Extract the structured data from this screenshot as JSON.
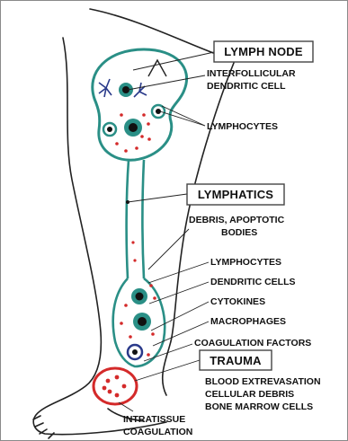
{
  "boxed_labels": {
    "lymph_node": "LYMPH NODE",
    "lymphatics": "LYMPHATICS",
    "trauma": "TRAUMA"
  },
  "node_labels": {
    "interfollicular_1": "INTERFOLLICULAR",
    "interfollicular_2": "DENDRITIC CELL",
    "lymphocytes_top": "LYMPHOCYTES"
  },
  "vessel_labels": {
    "debris_1": "DEBRIS, APOPTOTIC",
    "debris_2": "BODIES",
    "lymphocytes_bottom": "LYMPHOCYTES",
    "dendritic_cells": "DENDRITIC CELLS",
    "cytokines": "CYTOKINES",
    "macrophages": "MACROPHAGES",
    "coagulation_factors": "COAGULATION FACTORS"
  },
  "trauma_labels": {
    "line_1": "BLOOD EXTREVASATION",
    "line_2": "CELLULAR DEBRIS",
    "line_3": "BONE MARROW CELLS"
  },
  "site_labels": {
    "line_1": "INTRATISSUE",
    "line_2": "COAGULATION"
  },
  "colors": {
    "vessel": "#2a8f86",
    "blood": "#d42a2a",
    "dendritic": "#2a3a8a",
    "outline": "#222222"
  }
}
